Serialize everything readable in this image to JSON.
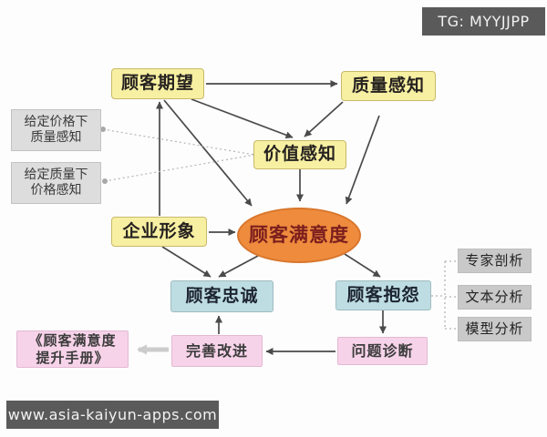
{
  "watermarks": {
    "tg": "TG: MYYJJPP",
    "site": "www.asia-kaiyun-apps.com"
  },
  "nodes": {
    "customer_expectation": {
      "label": "顾客期望"
    },
    "perceived_quality": {
      "label": "质量感知"
    },
    "quality_given_price": {
      "line1": "给定价格下",
      "line2": "质量感知"
    },
    "price_given_quality": {
      "line1": "给定质量下",
      "line2": "价格感知"
    },
    "perceived_value": {
      "label": "价值感知"
    },
    "corporate_image": {
      "label": "企业形象"
    },
    "customer_satisfaction": {
      "label": "顾客满意度"
    },
    "customer_loyalty": {
      "label": "顾客忠诚"
    },
    "customer_complaint": {
      "label": "顾客抱怨"
    },
    "expert_analysis": {
      "label": "专家剖析"
    },
    "text_analysis": {
      "label": "文本分析"
    },
    "model_analysis": {
      "label": "模型分析"
    },
    "manual": {
      "line1": "《顾客满意度",
      "line2": "提升手册》"
    },
    "improvement": {
      "label": "完善改进"
    },
    "problem_diagnosis": {
      "label": "问题诊断"
    }
  },
  "colors": {
    "yellow_box": "#f7f0a2",
    "cyan_box": "#bedde2",
    "pink_box": "#f7d3e9",
    "gray_box": "#c9c9c9",
    "ellipse_fill": "#ee8b3d",
    "ellipse_text": "#7b1e1e",
    "arrow": "#4a4a4a",
    "dotted": "#b0b0b0",
    "watermark_bar": "#5a5a5a"
  }
}
